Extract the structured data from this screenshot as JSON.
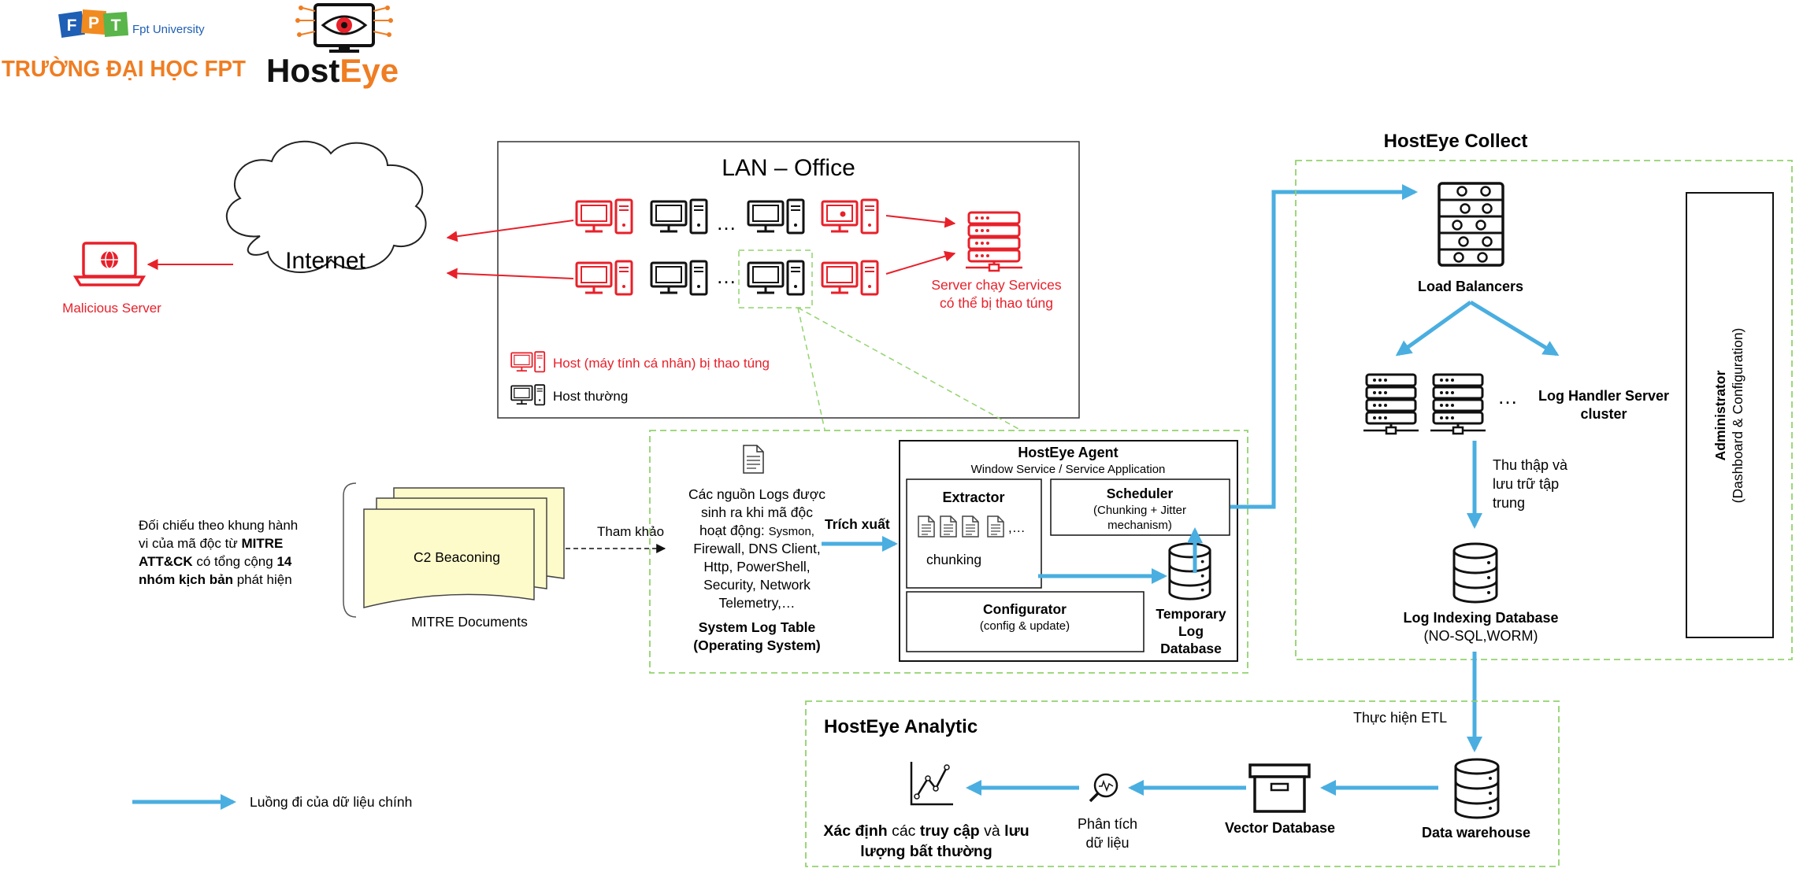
{
  "logos": {
    "fpt_mark": "FPT",
    "fpt_university": "Fpt University",
    "fpt_school": "TRƯỜNG ĐẠI HỌC FPT",
    "hosteye_host": "Host",
    "hosteye_eye": "Eye"
  },
  "internet": {
    "cloud_label": "Internet",
    "malicious_label": "Malicious Server"
  },
  "lan": {
    "title": "LAN – Office",
    "ellipsis": "…",
    "server_label_1": "Server chạy Services",
    "server_label_2": "có thể bị thao túng",
    "legend_bad": "Host (máy tính cá nhân) bị thao túng",
    "legend_normal": "Host thường"
  },
  "mitre": {
    "desc_1": "Đối chiếu theo khung hành",
    "desc_2a": "vi của mã độc từ ",
    "desc_2b": "MITRE",
    "desc_3a": "ATT&CK",
    "desc_3b": " có tổng cộng ",
    "desc_3c": "14",
    "desc_4a": "nhóm kịch bản",
    "desc_4b": " phát hiện",
    "doc_label": "C2 Beaconing",
    "docs_caption": "MITRE Documents",
    "ref_label": "Tham khảo"
  },
  "syslog": {
    "line_1": "Các nguồn Logs được",
    "line_2": "sinh ra khi mã độc",
    "line_3a": "hoạt động: ",
    "line_3b": "Sysmon,",
    "line_4": "Firewall, DNS Client,",
    "line_5": "Http, PowerShell,",
    "line_6": "Security, Network",
    "line_7": "Telemetry,…",
    "title_1": "System Log Table",
    "title_2": "(Operating System)",
    "extract_label": "Trích xuất"
  },
  "agent": {
    "title": "HostEye Agent",
    "subtitle": "Window Service / Service Application",
    "extractor_title": "Extractor",
    "extractor_more": ",…",
    "chunking": "chunking",
    "scheduler_title": "Scheduler",
    "scheduler_sub_1": "(Chunking + Jitter",
    "scheduler_sub_2": "mechanism)",
    "configurator_title": "Configurator",
    "configurator_sub": "(config & update)",
    "tempdb_1": "Temporary",
    "tempdb_2": "Log",
    "tempdb_3": "Database"
  },
  "collect": {
    "title": "HostEye Collect",
    "lb_label": "Load Balancers",
    "ellipsis": "…",
    "handler_1": "Log Handler Server",
    "handler_2": "cluster",
    "collect_1": "Thu thập và",
    "collect_2": "lưu trữ tập",
    "collect_3": "trung",
    "index_1": "Log Indexing Database",
    "index_2": "(NO-SQL,WORM)",
    "admin_1": "Administrator",
    "admin_2": "(Dashboard & Configuration)",
    "etl_label": "Thực hiện ETL"
  },
  "analytic": {
    "title": "HostEye Analytic",
    "dw_label": "Data warehouse",
    "vector_label": "Vector Database",
    "analyze_1": "Phân tích",
    "analyze_2": "dữ liệu",
    "result_1a": "Xác định",
    "result_1b": " các ",
    "result_1c": "truy cập",
    "result_1d": " và ",
    "result_1e": "lưu",
    "result_2": "lượng bất thường"
  },
  "legend": {
    "main_flow": "Luồng đi của dữ liệu chính"
  },
  "colors": {
    "red": "#e8202a",
    "flow_blue": "#4aaee0",
    "dashed_green": "#92d36e",
    "doc_yellow": "#fefbcb",
    "hosteye_orange": "#ef7d22"
  },
  "icons": [
    "computer-icon",
    "globe-laptop-icon",
    "cloud-icon",
    "server-rack-icon",
    "document-icon",
    "database-icon",
    "load-balancer-icon",
    "archive-box-icon",
    "magnifier-icon",
    "line-chart-icon"
  ]
}
